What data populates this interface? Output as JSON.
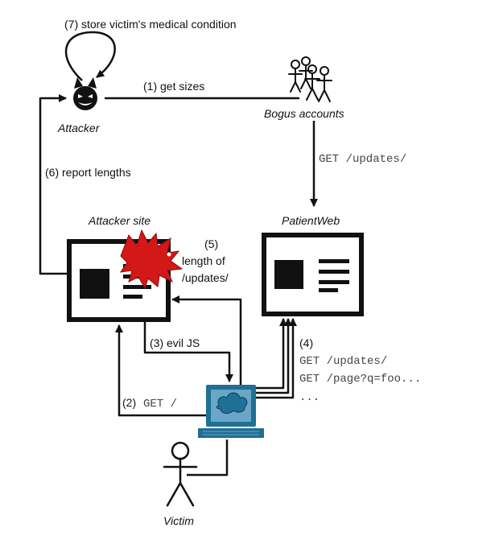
{
  "nodes": {
    "attacker": "Attacker",
    "bogus_accounts": "Bogus accounts",
    "attacker_site": "Attacker site",
    "patient_web": "PatientWeb",
    "victim": "Victim"
  },
  "steps": {
    "s1": "(1) get sizes",
    "s2_num": "(2)",
    "s2_req": "GET /",
    "s3": "(3) evil JS",
    "s4": "(4)",
    "s5_line1": "(5)",
    "s5_line2": "length of",
    "s5_line3": "/updates/",
    "s6": "(6) report lengths",
    "s7": "(7) store victim's medical condition"
  },
  "requests": {
    "bogus_get": "GET /updates/",
    "victim_get_1": "GET /updates/",
    "victim_get_2": "GET /page?q=foo...",
    "victim_get_3": "..."
  },
  "colors": {
    "computer": "#1f6f96",
    "computer_light": "#6aa6c6",
    "dragon": "#d41717",
    "ink": "#111111"
  },
  "icons": {
    "attacker": "devil-face-icon",
    "bogus_accounts": "stick-figures-group-icon",
    "victim": "stick-figure-icon",
    "computer": "computer-icon",
    "dragon": "red-dragon-icon"
  }
}
